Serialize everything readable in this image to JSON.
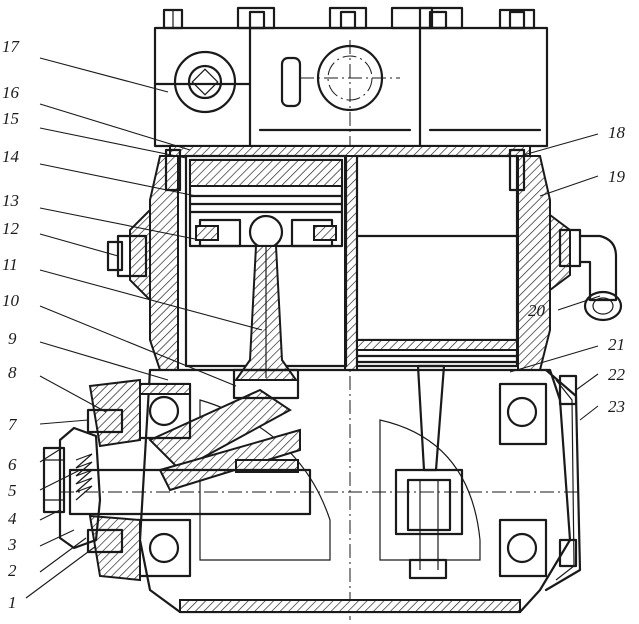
{
  "labels": {
    "l1": "1",
    "l2": "2",
    "l3": "3",
    "l4": "4",
    "l5": "5",
    "l6": "6",
    "l7": "7",
    "l8": "8",
    "l9": "9",
    "l10": "10",
    "l11": "11",
    "l12": "12",
    "l13": "13",
    "l14": "14",
    "l15": "15",
    "l16": "16",
    "l17": "17",
    "l18": "18",
    "l19": "19",
    "l20": "20",
    "l21": "21",
    "l22": "22",
    "l23": "23"
  },
  "colors": {
    "ink": "#1a1a1a",
    "paper": "#ffffff"
  }
}
